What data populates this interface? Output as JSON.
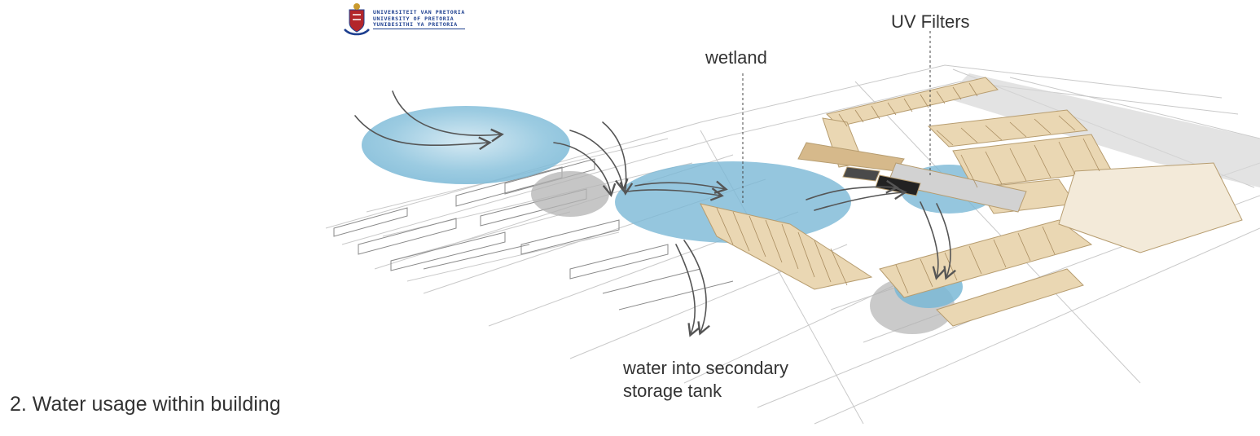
{
  "logo": {
    "line1": "UNIVERSITEIT VAN PRETORIA",
    "line2": "UNIVERSITY OF PRETORIA",
    "line3": "YUNIBESITHI YA PRETORIA"
  },
  "labels": {
    "uv_filters": "UV Filters",
    "wetland": "wetland",
    "tank_line1": "water into secondary",
    "tank_line2": "storage tank"
  },
  "caption": "2. Water usage within building",
  "colors": {
    "water": "#7ab8d6",
    "shadow": "#b3b3b3",
    "timber": "#e8d4b0",
    "linework": "#9a9a9a",
    "logo_blue": "#1d3f8f",
    "logo_red": "#b3262a"
  }
}
